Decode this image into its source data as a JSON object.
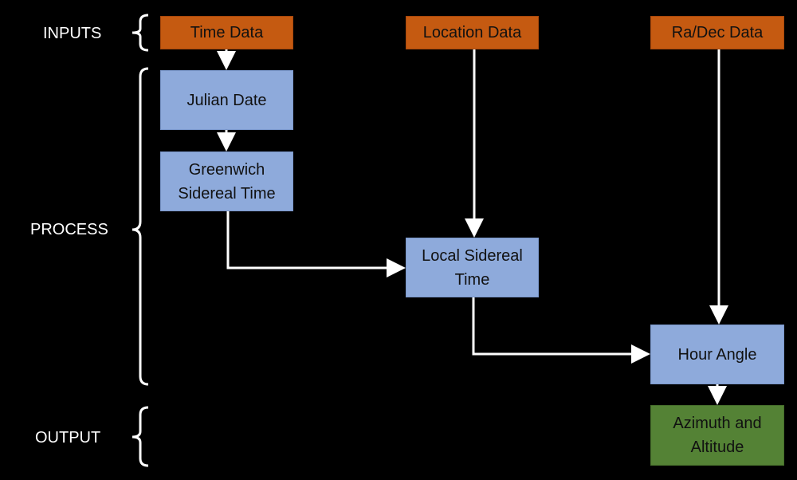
{
  "diagram": {
    "labels": {
      "inputs": "INPUTS",
      "process": "PROCESS",
      "output": "OUTPUT"
    },
    "inputs": {
      "time_data": "Time Data",
      "location_data": "Location Data",
      "radec_data": "Ra/Dec Data"
    },
    "process": {
      "julian_date": "Julian Date",
      "greenwich_sidereal_time": "Greenwich\nSidereal Time",
      "local_sidereal_time": "Local Sidereal\nTime",
      "hour_angle": "Hour Angle"
    },
    "output": {
      "azimuth_altitude": "Azimuth and\nAltitude"
    },
    "colors": {
      "background": "#000000",
      "input_fill": "#c55a11",
      "process_fill": "#8eaadb",
      "output_fill": "#548235",
      "connector": "#ffffff"
    }
  }
}
